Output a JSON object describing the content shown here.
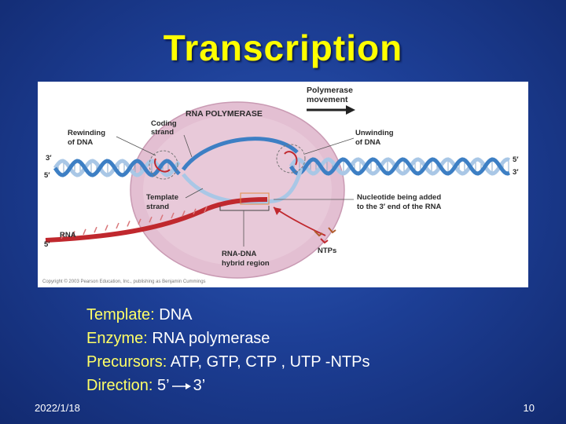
{
  "slide": {
    "title": "Transcription",
    "date": "2022/1/18",
    "page_number": "10"
  },
  "figure": {
    "labels": {
      "polymerase_movement": [
        "Polymerase",
        "movement"
      ],
      "rna_polymerase": "RNA POLYMERASE",
      "coding_strand": [
        "Coding",
        "strand"
      ],
      "rewinding_of_dna": [
        "Rewinding",
        "of DNA"
      ],
      "unwinding_of_dna": [
        "Unwinding",
        "of DNA"
      ],
      "template_strand": [
        "Template",
        "strand"
      ],
      "nucleotide_added": [
        "Nucleotide being added",
        "to the 3′ end of the RNA"
      ],
      "rna": "RNA",
      "rna_dna_hybrid": [
        "RNA-DNA",
        "hybrid region"
      ],
      "ntps": "NTPs",
      "left_3prime": "3′",
      "left_5prime": "5′",
      "right_5prime": "5′",
      "right_3prime": "3′",
      "rna_5prime": "5′",
      "copyright": "Copyright © 2003 Pearson Education, Inc., publishing as Benjamin Cummings"
    },
    "colors": {
      "dna_strand_a": "#3d7fc4",
      "dna_strand_b": "#a9c7e6",
      "rna_strand": "#c0282e",
      "polymerase_bubble": "#e3bfd2"
    }
  },
  "facts": [
    {
      "label": "Template:",
      "value": "DNA"
    },
    {
      "label": "Enzyme:",
      "value": "RNA polymerase"
    },
    {
      "label": "Precursors:",
      "value": "ATP, GTP, CTP , UTP -NTPs"
    },
    {
      "label": "Direction:",
      "value_start": "5’",
      "value_end": "3’"
    }
  ]
}
